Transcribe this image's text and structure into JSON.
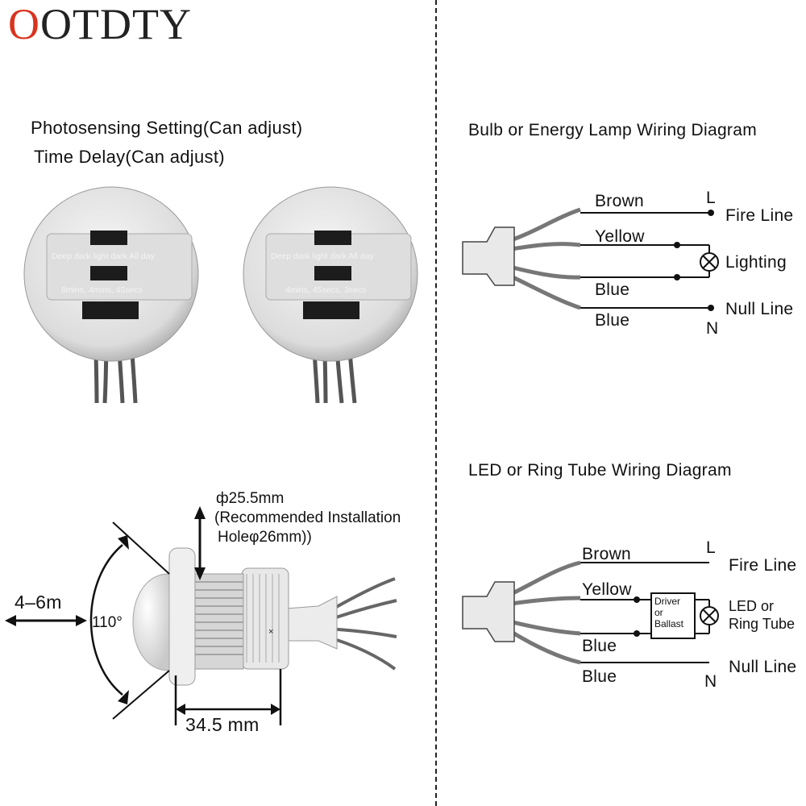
{
  "brand": {
    "logo_first": "O",
    "logo_rest": "OTDTY",
    "accent": "#d9331e"
  },
  "left_panel": {
    "photosensing_title": "Photosensing Setting(Can adjust)",
    "time_delay_title": "Time Delay(Can adjust)",
    "sensor_a": {
      "light_labels": "Deep dark  light dark  All day",
      "time_labels": "8mins,  4mins,  45secs"
    },
    "sensor_b": {
      "light_labels": "Deep dark  light dark  All day",
      "time_labels": "4mins,  45secs,  3secs"
    }
  },
  "dimensions": {
    "diameter": "ф25.5mm",
    "recommended_line1": "(Recommended Installation",
    "recommended_line2": "Holeφ26mm))",
    "range": "4–6m",
    "angle": "110°",
    "length": "34.5 mm"
  },
  "bulb_diagram": {
    "title": "Bulb or Energy Lamp Wiring Diagram",
    "brown": "Brown",
    "yellow": "Yellow",
    "blue1": "Blue",
    "blue2": "Blue",
    "l_mark": "L",
    "n_mark": "N",
    "fire_line": "Fire Line",
    "lighting": "Lighting",
    "null_line": "Null Line"
  },
  "led_diagram": {
    "title": "LED or Ring Tube Wiring Diagram",
    "brown": "Brown",
    "yellow": "Yellow",
    "blue1": "Blue",
    "blue2": "Blue",
    "l_mark": "L",
    "n_mark": "N",
    "fire_line": "Fire Line",
    "driver_line1": "Driver",
    "driver_line2": "or",
    "driver_line3": "Ballast",
    "led_line1": "LED or",
    "led_line2": "Ring Tube",
    "null_line": "Null Line"
  }
}
